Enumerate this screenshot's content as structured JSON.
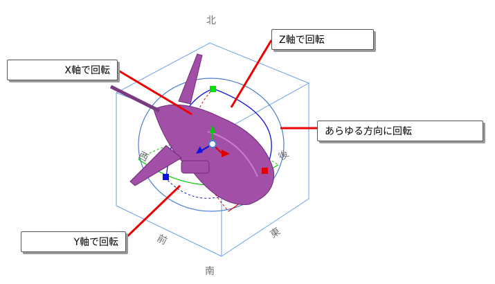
{
  "compass": {
    "north": "北",
    "south": "南",
    "east": "東",
    "west": "西",
    "rear": "後",
    "front": "前"
  },
  "callouts": {
    "x_axis": "X軸で回転",
    "y_axis": "Y軸で回転",
    "z_axis": "Z軸で回転",
    "free": "あらゆる方向に回転"
  },
  "colors": {
    "box_edge": "#6d9ee8",
    "x_handle": "#e00000",
    "y_handle": "#00cc00",
    "z_handle": "#1010e0",
    "model": "#a24fa8",
    "leader": "#ee0000",
    "sphere": "#4a7cd8"
  },
  "icons": {
    "model": "airship-model-icon",
    "gizmo": "rotation-gizmo-icon"
  }
}
